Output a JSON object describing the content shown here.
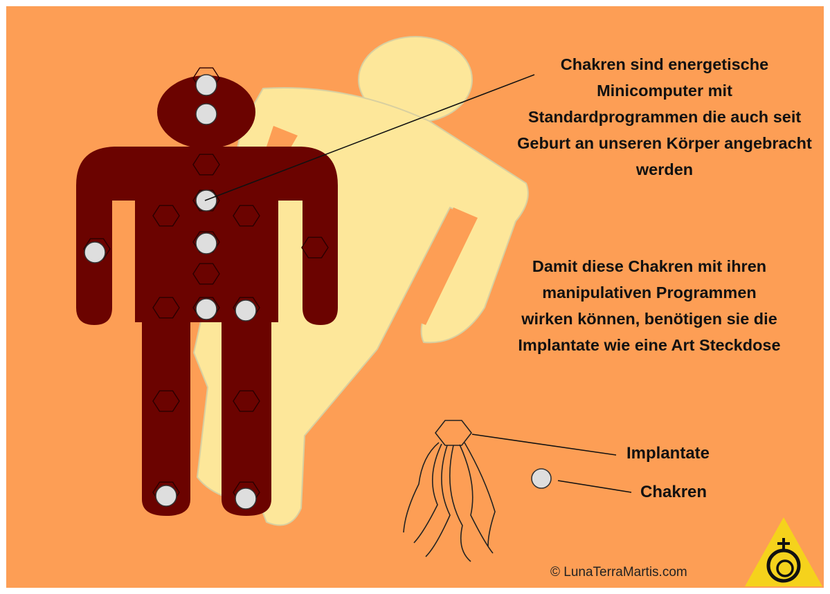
{
  "main_text": "Chakren sind energetische Minicomputer mit Standardprogrammen die auch seit Geburt an unseren Körper angebracht werden",
  "second_text": "Damit diese Chakren mit ihren manipulativen Programmen wirken können, benötigen sie die Implantate wie eine Art Steckdose",
  "legend": {
    "implants_label": "Implantate",
    "chakras_label": "Chakren"
  },
  "copyright": "© LunaTerraMartis.com",
  "colors": {
    "background": "#fd9e55",
    "figure": "#6b0300",
    "shadow_figure": "#fde79a",
    "chakra": "#dedede",
    "logo": "#f5d21c"
  }
}
